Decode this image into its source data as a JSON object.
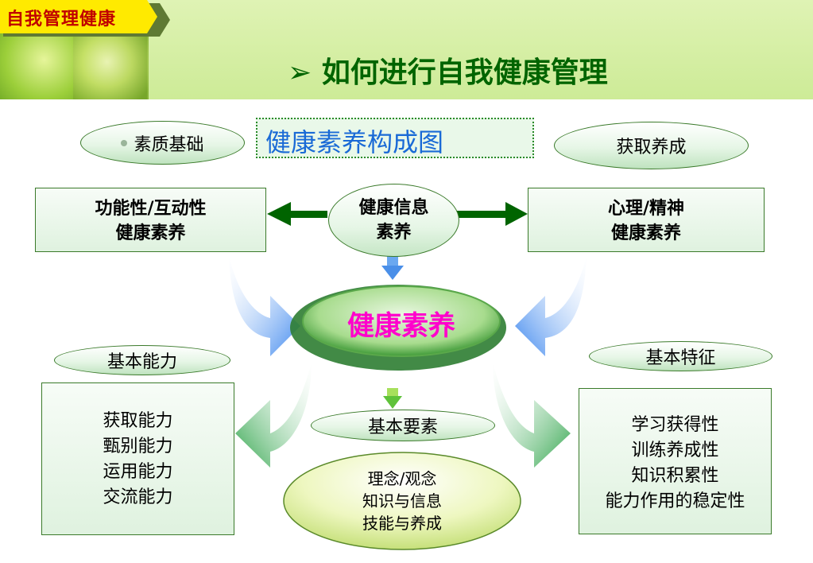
{
  "header": {
    "section_tag": "自我管理健康",
    "title_marker": "➢",
    "title": "如何进行自我健康管理"
  },
  "diagram": {
    "title": "健康素养构成图",
    "nodes": {
      "quality_basis": "素质基础",
      "acquire_form": "获取养成",
      "functional_line1": "功能性/互动性",
      "functional_line2": "健康素养",
      "info_line1": "健康信息",
      "info_line2": "素养",
      "mental_line1": "心理/精神",
      "mental_line2": "健康素养",
      "center": "健康素养",
      "basic_ability": "基本能力",
      "basic_features": "基本特征",
      "basic_elements": "基本要素"
    },
    "abilities": [
      "获取能力",
      "甄别能力",
      "运用能力",
      "交流能力"
    ],
    "features": [
      "学习获得性",
      "训练养成性",
      "知识积累性",
      "能力作用的稳定性"
    ],
    "elements": [
      "理念/观念",
      "知识与信息",
      "技能与养成"
    ]
  },
  "colors": {
    "header_bg": "#cdeb97",
    "tag_bg": "#ffea00",
    "tag_text": "#c00000",
    "title_text": "#006400",
    "diagram_title_text": "#1a6ad6",
    "center_text": "#ff00cc",
    "arrow_dark_green": "#006400",
    "arrow_blue": "#4a8fe8",
    "arrow_green": "#3aa83a"
  }
}
